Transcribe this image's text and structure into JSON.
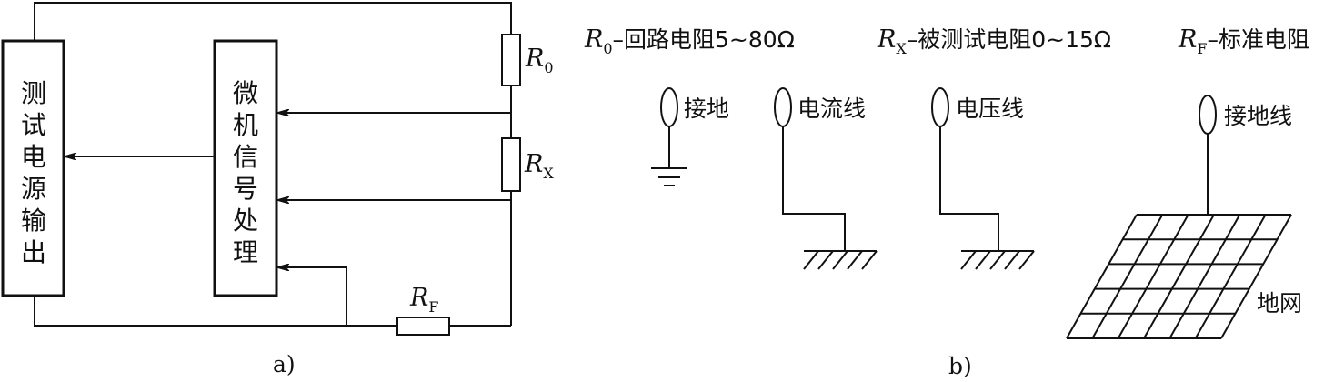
{
  "diagram_a": {
    "power_box_label": "测试电源输出",
    "processor_box_label": "微机信号处理",
    "r0_symbol": "R",
    "r0_sub": "0",
    "rx_symbol": "R",
    "rx_sub": "X",
    "rf_symbol": "R",
    "rf_sub": "F",
    "caption": "a)"
  },
  "diagram_b": {
    "legend": [
      {
        "symbol": "R",
        "sub": "0",
        "text": "–回路电阻5~80Ω"
      },
      {
        "symbol": "R",
        "sub": "X",
        "text": "–被测试电阻0~15Ω"
      },
      {
        "symbol": "R",
        "sub": "F",
        "text": "–标准电阻"
      }
    ],
    "ground_label": "接地",
    "current_line_label": "电流线",
    "voltage_line_label": "电压线",
    "ground_line_label": "接地线",
    "grid_label": "地网",
    "caption": "b)"
  }
}
